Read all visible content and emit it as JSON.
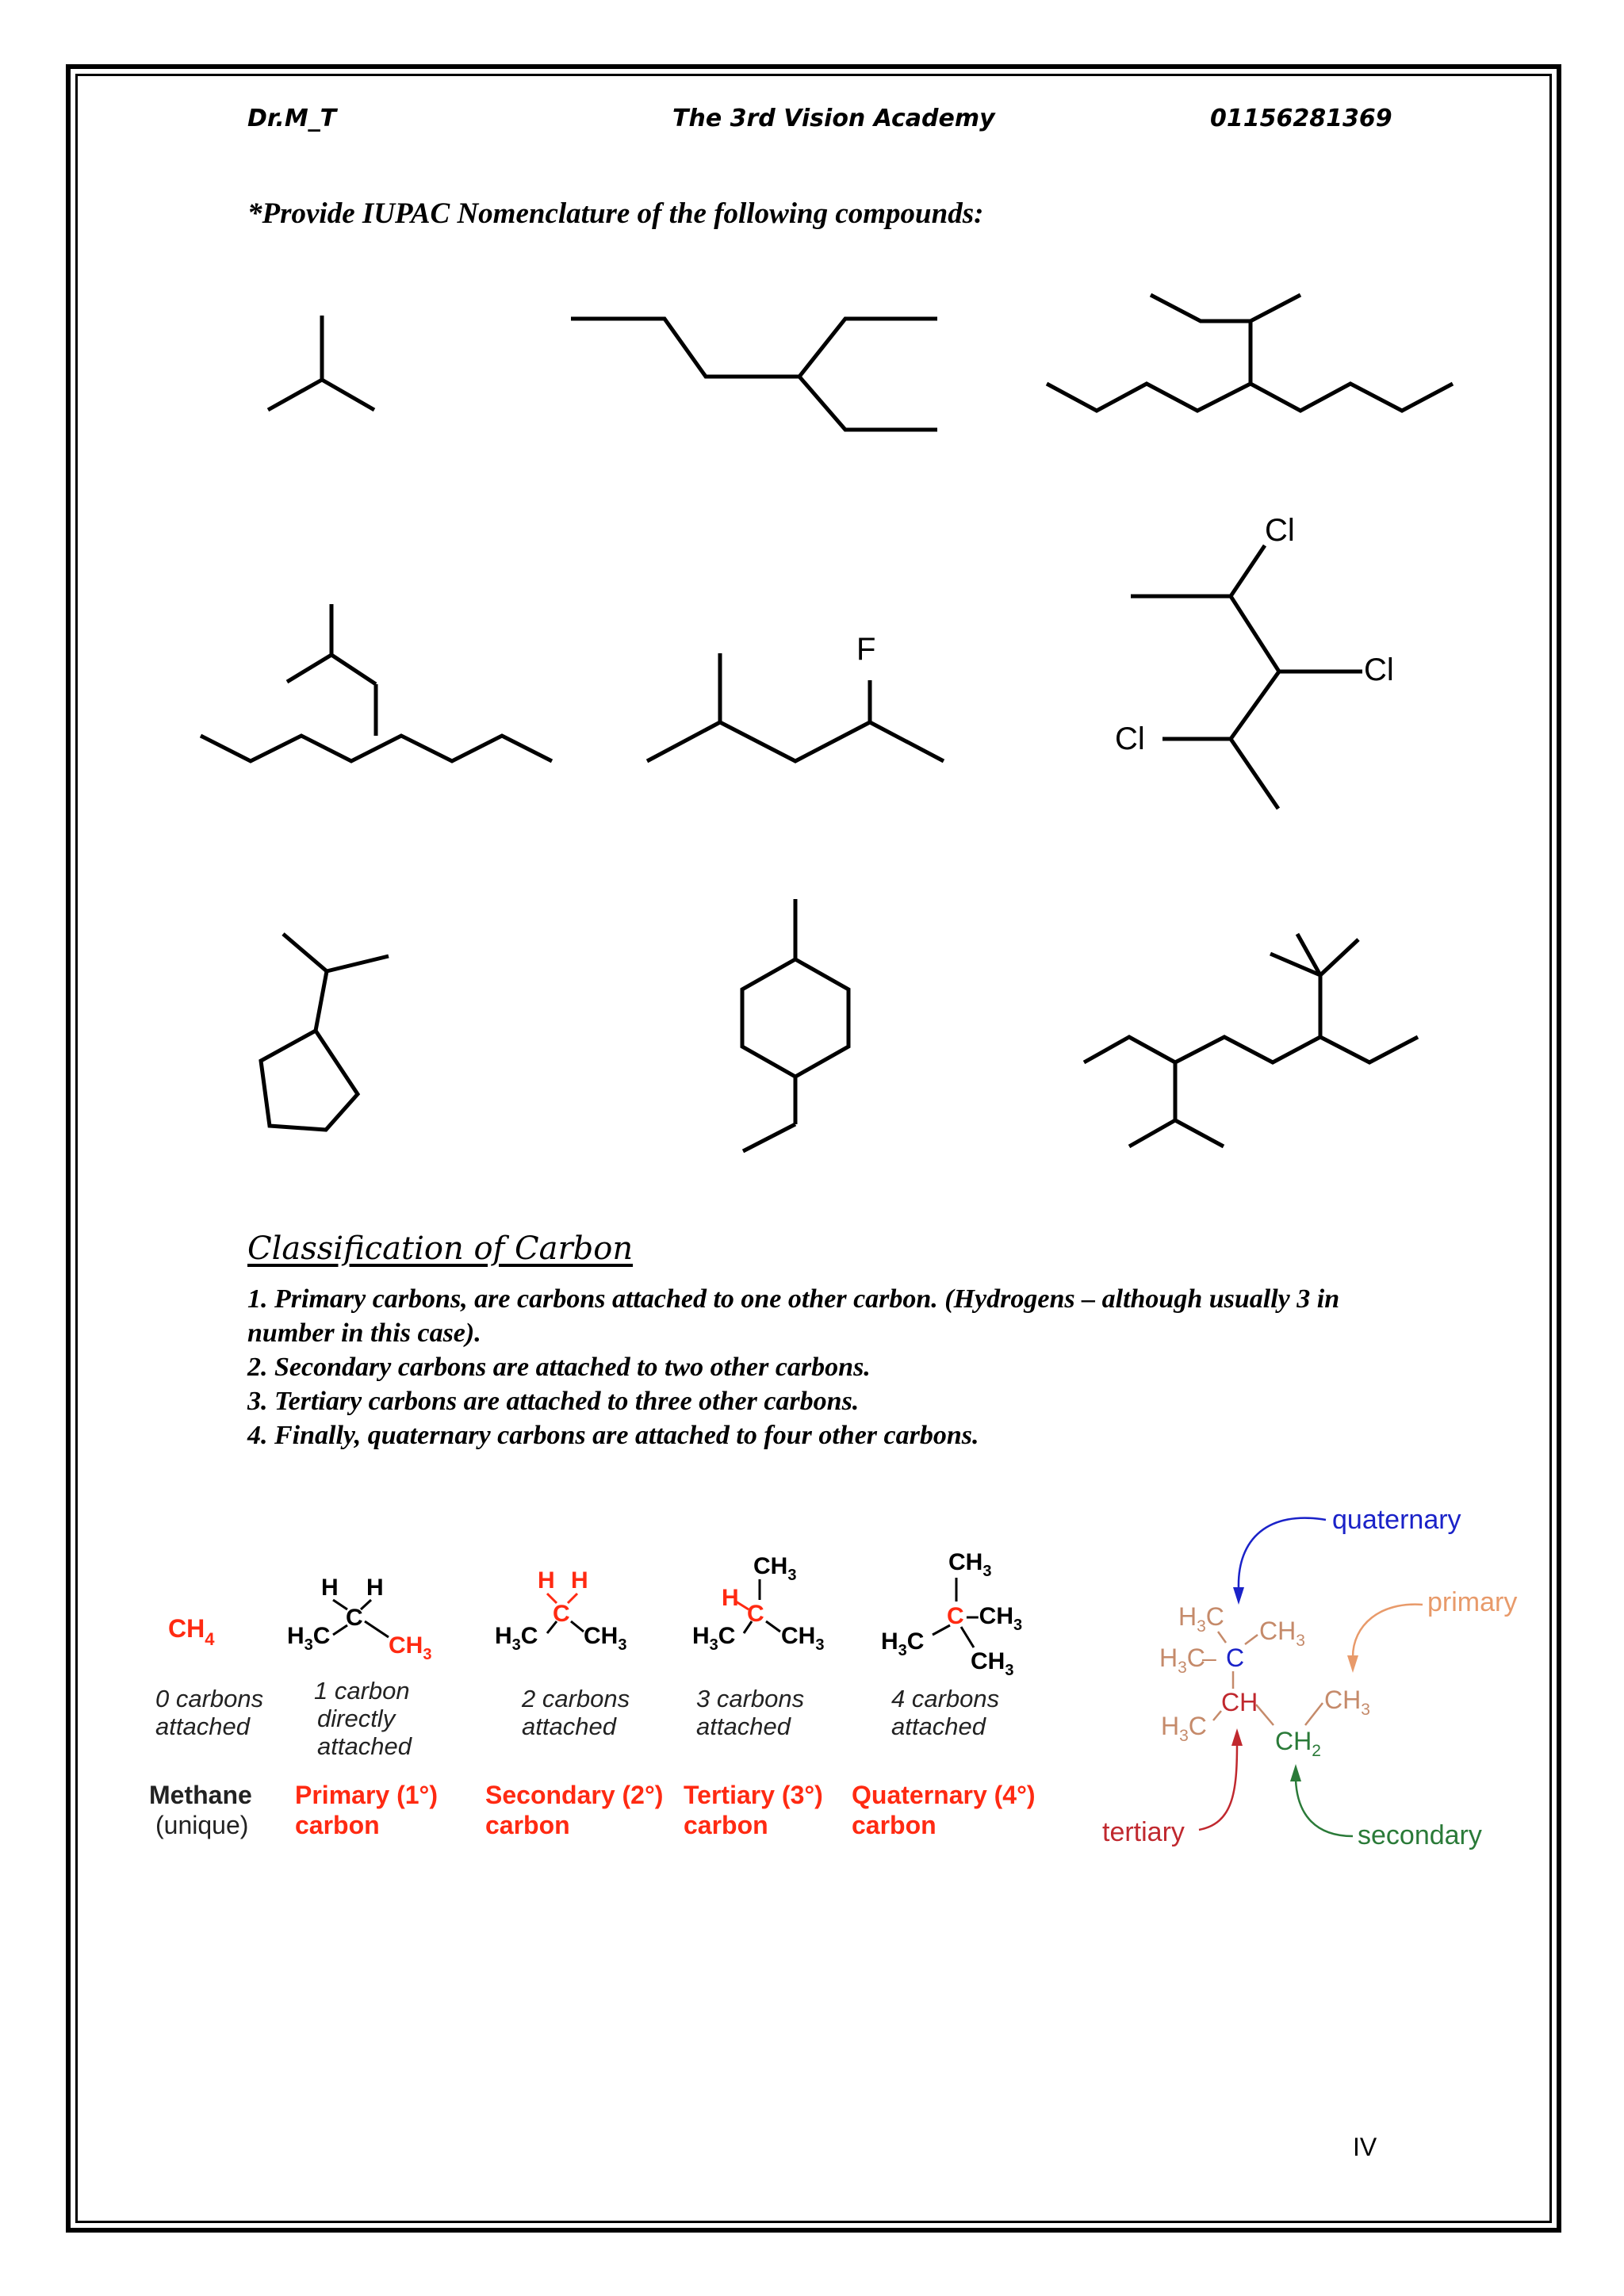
{
  "header": {
    "author": "Dr.M_T",
    "academy": "The 3rd Vision Academy",
    "phone": "01156281369"
  },
  "instruction": "*Provide IUPAC Nomenclature of the following compounds:",
  "structures": {
    "halogens": {
      "f": "F",
      "cl": "Cl"
    }
  },
  "classification": {
    "title": "Classification of Carbon",
    "rules": [
      "1. Primary carbons, are carbons attached to one other carbon. (Hydrogens – although usually 3 in number in this case).",
      "2. Secondary carbons are attached to two other carbons.",
      "3. Tertiary carbons are attached to three other carbons.",
      "4. Finally, quaternary carbons are attached to four other carbons."
    ]
  },
  "carbon_types": {
    "methane": {
      "formula": "CH",
      "subscript": "4",
      "desc": [
        "0 carbons",
        "attached"
      ],
      "name": "Methane",
      "name2": "(unique)"
    },
    "primary": {
      "desc": [
        "1  carbon",
        "directly",
        "attached"
      ],
      "name": "Primary (1°)",
      "name2": "carbon"
    },
    "secondary": {
      "desc": [
        "2 carbons",
        "attached"
      ],
      "name": "Secondary (2°)",
      "name2": "carbon"
    },
    "tertiary": {
      "desc": [
        "3 carbons",
        "attached"
      ],
      "name": "Tertiary (3°)",
      "name2": "carbon"
    },
    "quaternary": {
      "desc": [
        "4 carbons",
        "attached"
      ],
      "name": "Quaternary (4°)",
      "name2": "carbon"
    },
    "atoms": {
      "h": "H",
      "c": "C",
      "ch": "CH",
      "dash_ch": "–CH",
      "three": "3"
    }
  },
  "labeled_example": {
    "quaternary": "quaternary",
    "primary": "primary",
    "tertiary": "tertiary",
    "secondary": "secondary"
  },
  "colors": {
    "red": "#ff2a12",
    "blue": "#1a22c8",
    "orange": "#e89a6a",
    "green": "#2a7a38",
    "dark_red": "#c0282e",
    "atom_tan": "#c58a6a"
  },
  "page_number": "IV"
}
